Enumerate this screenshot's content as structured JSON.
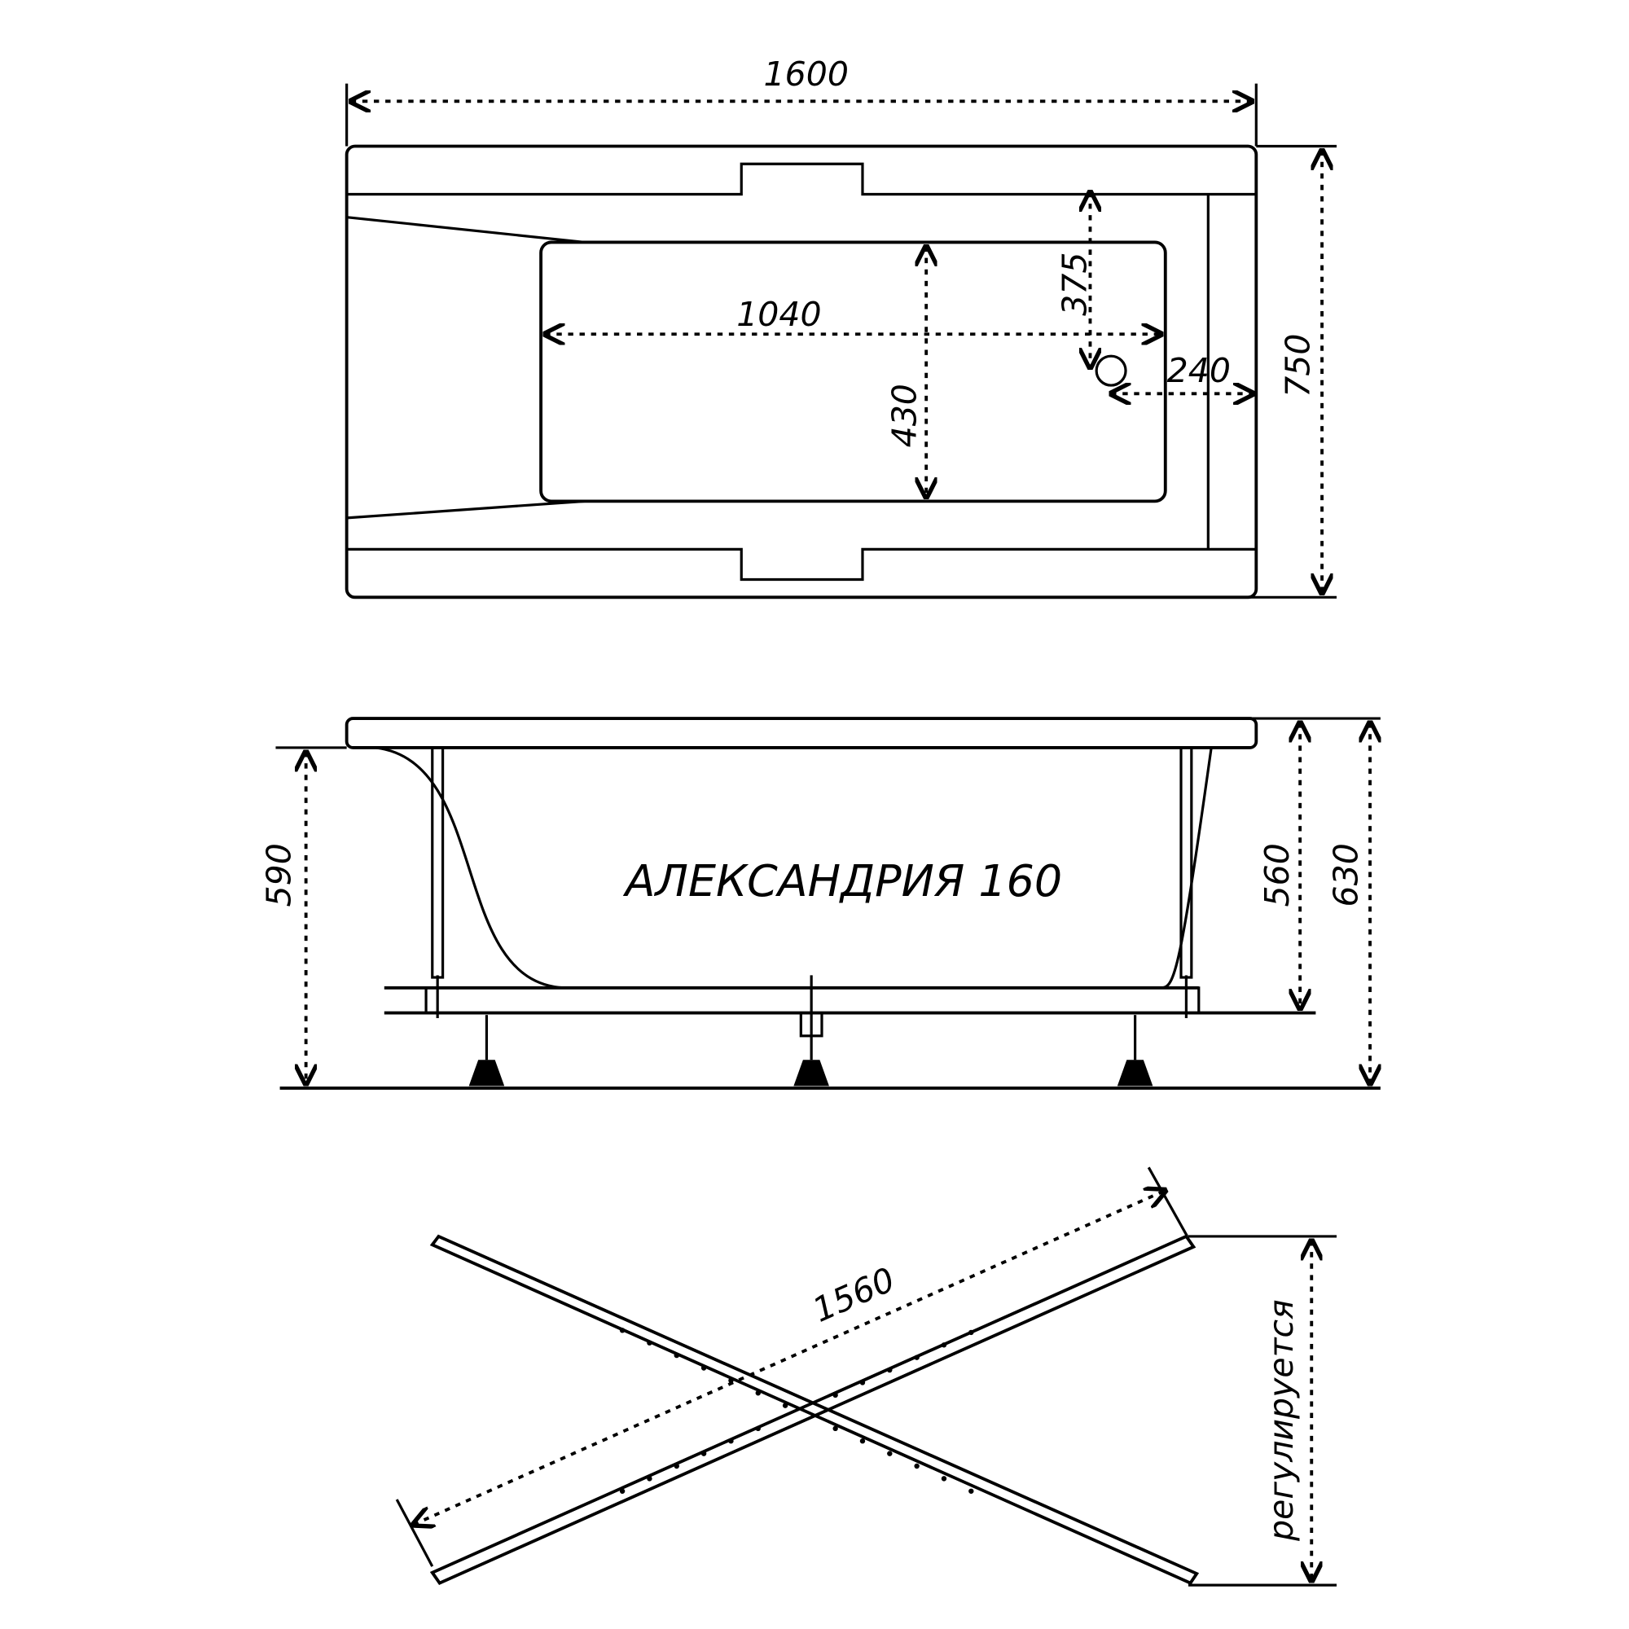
{
  "top_view": {
    "overall_length": "1600",
    "overall_width": "750",
    "inner_length": "1040",
    "inner_width": "430",
    "drain_from_edge": "375",
    "drain_from_end": "240"
  },
  "side_view": {
    "model_name": "АЛЕКСАНДРИЯ 160",
    "height_to_rim": "590",
    "frame_height": "560",
    "total_height": "630"
  },
  "frame_view": {
    "diagonal_length": "1560",
    "adjustable_label": "регулируется"
  }
}
